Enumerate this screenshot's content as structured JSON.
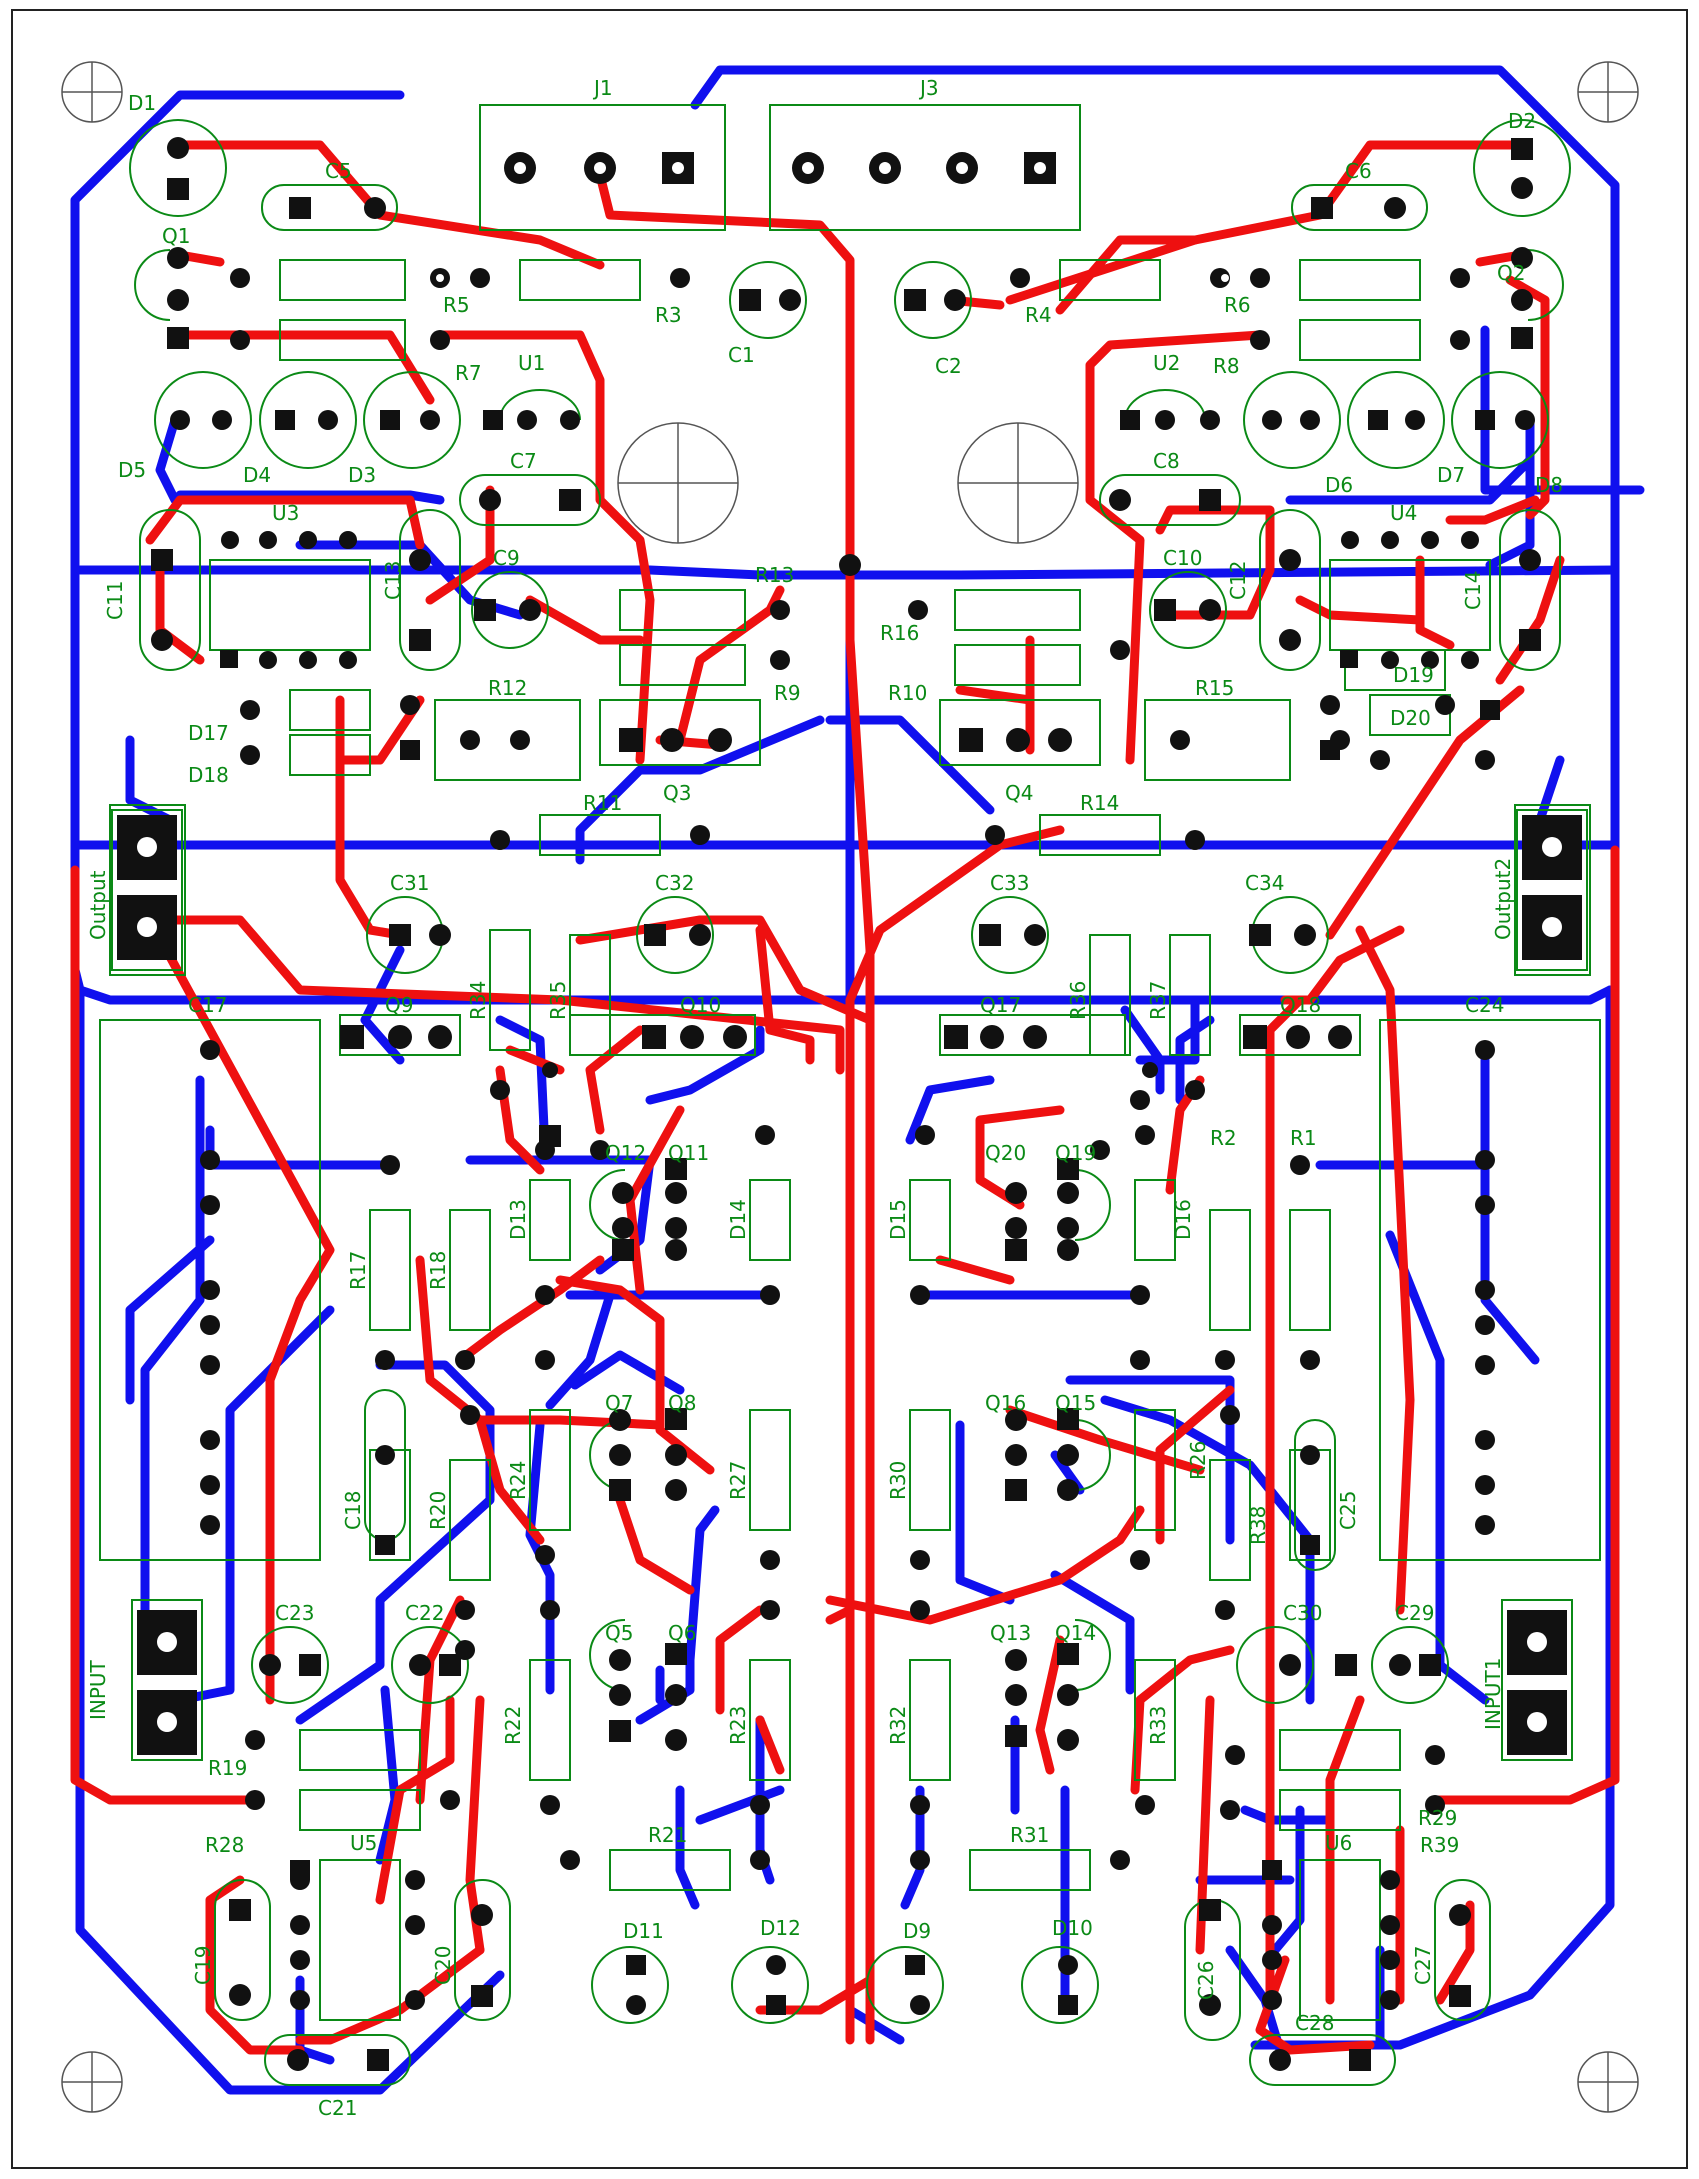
{
  "colors": {
    "background": "#ffffff",
    "border": "#222222",
    "bottom_copper": "#1010ee",
    "top_copper": "#ee1010",
    "silkscreen": "#0b8a16",
    "pad": "#111111",
    "pad_hole": "#ffffff",
    "mount_hole": "#555555"
  },
  "labels": {
    "D1": "D1",
    "D2": "D2",
    "C5": "C5",
    "C6": "C6",
    "Q1": "Q1",
    "Q2": "Q2",
    "J1": "J1",
    "J3": "J3",
    "R5": "R5",
    "R6": "R6",
    "R3": "R3",
    "R4": "R4",
    "C1": "C1",
    "C2": "C2",
    "R7": "R7",
    "R8": "R8",
    "U1": "U1",
    "U2": "U2",
    "D5": "D5",
    "D4": "D4",
    "D3": "D3",
    "D6": "D6",
    "D7": "D7",
    "D8": "D8",
    "C7": "C7",
    "C8": "C8",
    "C11": "C11",
    "C12": "C12",
    "C13": "C13",
    "C14": "C14",
    "U3": "U3",
    "U4": "U4",
    "C9": "C9",
    "C10": "C10",
    "R13": "R13",
    "R16": "R16",
    "R10": "R10",
    "R9": "R9",
    "R12": "R12",
    "R15": "R15",
    "D17": "D17",
    "D18": "D18",
    "D19": "D19",
    "D20": "D20",
    "Q3": "Q3",
    "Q4": "Q4",
    "R11": "R11",
    "R14": "R14",
    "Output": "Output",
    "Output2": "Output2",
    "C31": "C31",
    "C32": "C32",
    "C33": "C33",
    "C34": "C34",
    "C17": "C17",
    "C24": "C24",
    "Q9": "Q9",
    "Q10": "Q10",
    "Q17": "Q17",
    "Q18": "Q18",
    "R34": "R34",
    "R35": "R35",
    "R36": "R36",
    "R37": "R37",
    "Q12": "Q12",
    "Q11": "Q11",
    "Q20": "Q20",
    "Q19": "Q19",
    "R2": "R2",
    "R1": "R1",
    "D13": "D13",
    "D14": "D14",
    "D15": "D15",
    "D16": "D16",
    "R17": "R17",
    "R18": "R18",
    "Q7": "Q7",
    "Q8": "Q8",
    "Q16": "Q16",
    "Q15": "Q15",
    "R27": "R27",
    "R30": "R30",
    "R24": "R24",
    "R20": "R20",
    "R38": "R38",
    "R26": "R26",
    "C18": "C18",
    "C25": "C25",
    "C23": "C23",
    "C22": "C22",
    "C30": "C30",
    "C29": "C29",
    "INPUT": "INPUT",
    "INPUT1": "INPUT1",
    "Q5": "Q5",
    "Q6": "Q6",
    "Q13": "Q13",
    "Q14": "Q14",
    "R22": "R22",
    "R23": "R23",
    "R32": "R32",
    "R33": "R33",
    "R19": "R19",
    "R29": "R29",
    "R28": "R28",
    "R39": "R39",
    "R21": "R21",
    "R31": "R31",
    "U5": "U5",
    "U6": "U6",
    "C19": "C19",
    "C20": "C20",
    "C26": "C26",
    "C27": "C27",
    "C21": "C21",
    "C28": "C28",
    "D11": "D11",
    "D12": "D12",
    "D9": "D9",
    "D10": "D10"
  }
}
